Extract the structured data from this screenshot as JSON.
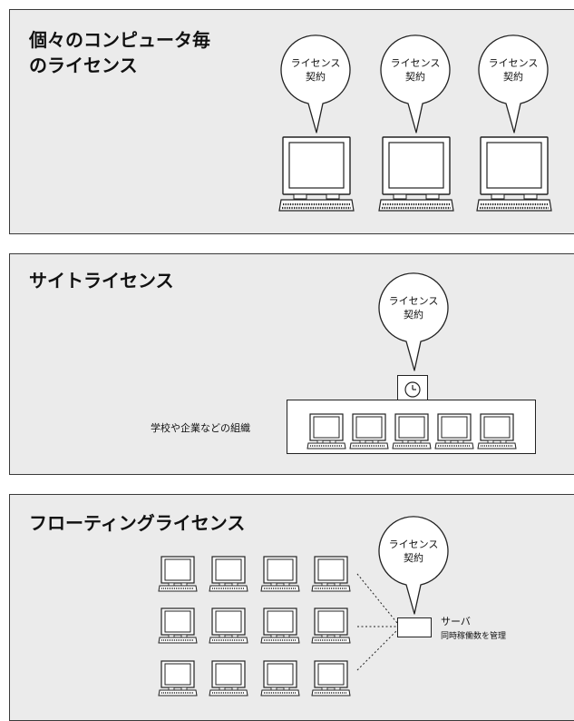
{
  "panels": [
    {
      "title": "個々のコンピュータ毎\nのライセンス",
      "bubbles": [
        "ライセンス\n契約",
        "ライセンス\n契約",
        "ライセンス\n契約"
      ]
    },
    {
      "title": "サイトライセンス",
      "bubble": "ライセンス\n契約",
      "org_label": "学校や企業などの組織"
    },
    {
      "title": "フローティングライセンス",
      "bubble": "ライセンス\n契約",
      "server_label": "サーバ",
      "server_sub": "同時稼働数を管理"
    }
  ],
  "icons": [
    "clock-icon",
    "computer-icon",
    "server-icon"
  ],
  "colors": {
    "panel_bg": "#ebebeb",
    "stroke": "#222222"
  }
}
